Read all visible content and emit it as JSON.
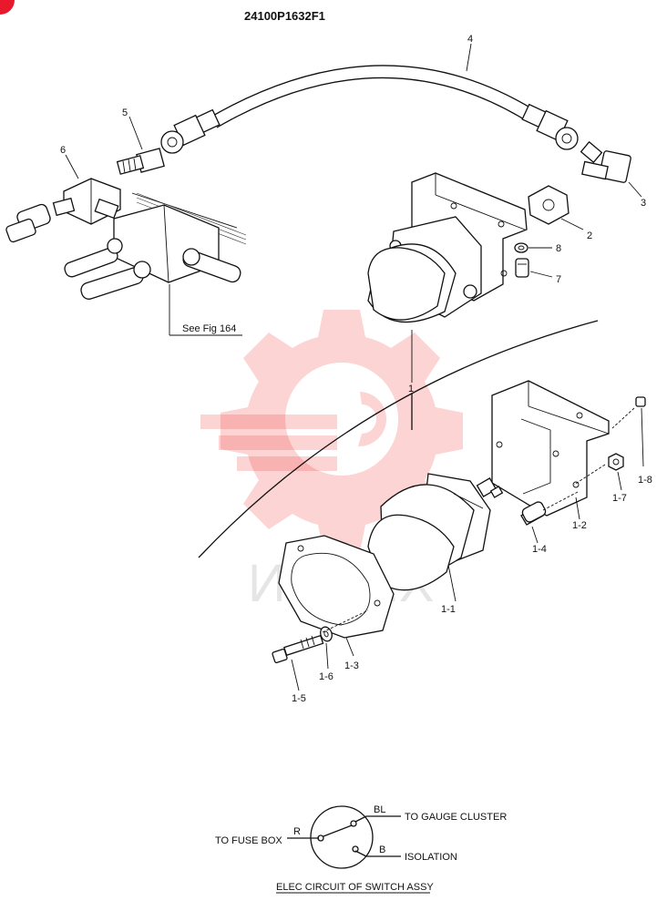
{
  "drawing_number": "24100P1632F1",
  "callouts": {
    "c1": "1",
    "c2": "2",
    "c3": "3",
    "c4": "4",
    "c5": "5",
    "c6": "6",
    "c7": "7",
    "c8": "8",
    "c1_1": "1-1",
    "c1_2": "1-2",
    "c1_3": "1-3",
    "c1_4": "1-4",
    "c1_5": "1-5",
    "c1_6": "1-6",
    "c1_7": "1-7",
    "c1_8": "1-8"
  },
  "reference_note": "See Fig 164",
  "circuit": {
    "caption": "ELEC CIRCUIT OF SWITCH ASSY",
    "to_fuse_box": "TO FUSE BOX",
    "wire_r": "R",
    "wire_bl": "BL",
    "wire_b": "B",
    "to_gauge_cluster": "TO GAUGE CLUSTER",
    "isolation": "ISOLATION"
  },
  "watermark_text": "ИНТЕХ",
  "colors": {
    "ink": "#111111",
    "watermark": "#f23a3a",
    "corner_mark": "#e8192c"
  }
}
